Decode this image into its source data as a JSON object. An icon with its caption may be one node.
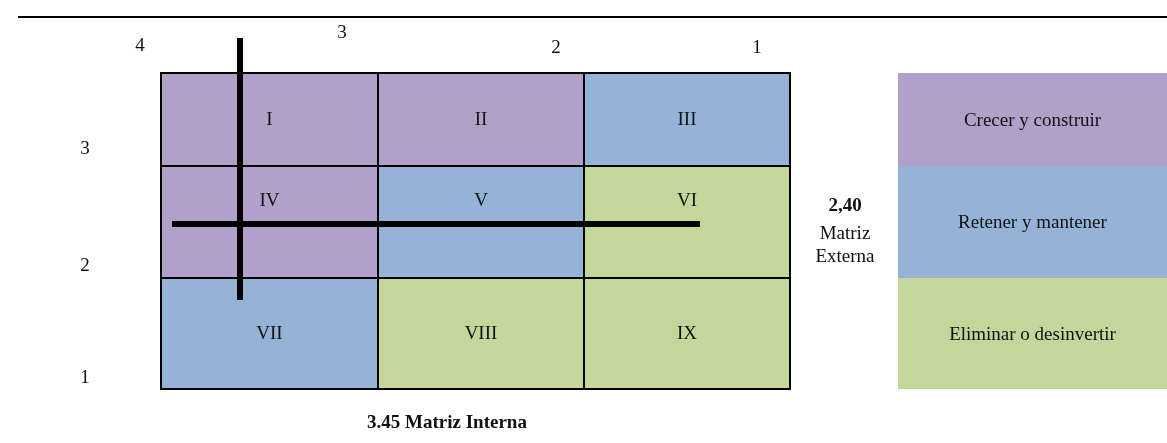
{
  "diagram": {
    "labels": [
      "4",
      "3",
      "2",
      "1",
      "I",
      "II",
      "III",
      "3",
      "IV",
      "V",
      "VI",
      "2,40",
      "Matriz Externa",
      "2",
      "VII",
      "VIII",
      "IX",
      "1",
      "3.45 Matriz Interna"
    ],
    "legend": [
      {
        "text": "Crecer y construir",
        "color": "#b1a0c7"
      },
      {
        "text": "Retener y mantener",
        "color": "#95b3d7"
      },
      {
        "text": "Eliminar o desinvertir",
        "color": "#c4d79b"
      }
    ]
  }
}
